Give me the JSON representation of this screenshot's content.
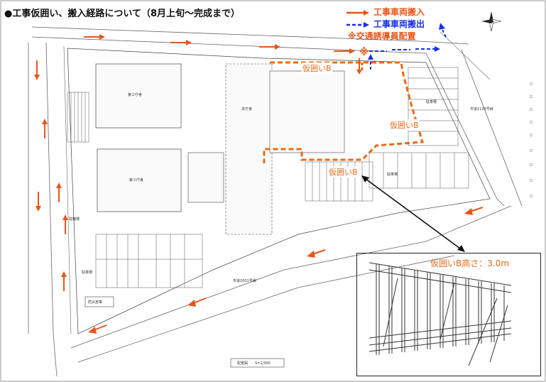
{
  "title": "●工事仮囲い、搬入経路について（8月上旬～完成まで）",
  "legend": {
    "entry_label": "工事車両搬入",
    "exit_label": "工事車両搬出",
    "guard_label": "※交通誘導員配置"
  },
  "fence_labels": {
    "top": "仮囲いB",
    "right": "仮囲いB",
    "middle": "仮囲いB"
  },
  "inset": {
    "height_label": "仮囲いB高さ：3.0m"
  },
  "guard_mark": "※",
  "map_labels": {
    "building_2f": "第２庁舎",
    "building_3f": "第３庁舎",
    "main_building": "本庁舎",
    "parking_1": "駐車場",
    "parking_2": "駐車場",
    "parking_3": "駐車場",
    "bicycle": "駐輪場",
    "road_east": "市道1133号線",
    "road_south": "市道2001号線",
    "disaster_store": "防災倉庫",
    "scale": "配置図　　S=1/300"
  },
  "colors": {
    "entry": "#e8561a",
    "exit": "#1a2ee8",
    "fence": "#e86a1a",
    "title": "#111111"
  }
}
